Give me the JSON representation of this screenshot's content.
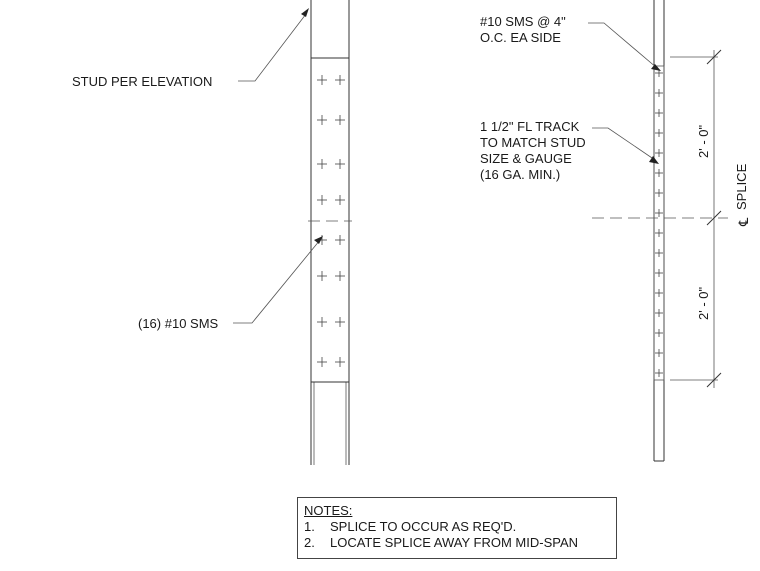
{
  "labels": {
    "stud": "STUD PER ELEVATION",
    "sms_count": "(16) #10 SMS",
    "sms_spacing": [
      "#10 SMS @ 4\"",
      "O.C. EA SIDE"
    ],
    "track": [
      "1 1/2\" FL TRACK",
      "TO MATCH STUD",
      "SIZE & GAUGE",
      "(16 GA. MIN.)"
    ],
    "dim_upper": "2' - 0\"",
    "dim_lower": "2' - 0\"",
    "splice": "SPLICE",
    "centerline_symbol": "℄"
  },
  "notes": {
    "title": "NOTES:",
    "items": [
      {
        "num": "1.",
        "text": "SPLICE TO OCCUR AS REQ'D."
      },
      {
        "num": "2.",
        "text": "LOCATE SPLICE AWAY FROM MID-SPAN"
      }
    ]
  }
}
